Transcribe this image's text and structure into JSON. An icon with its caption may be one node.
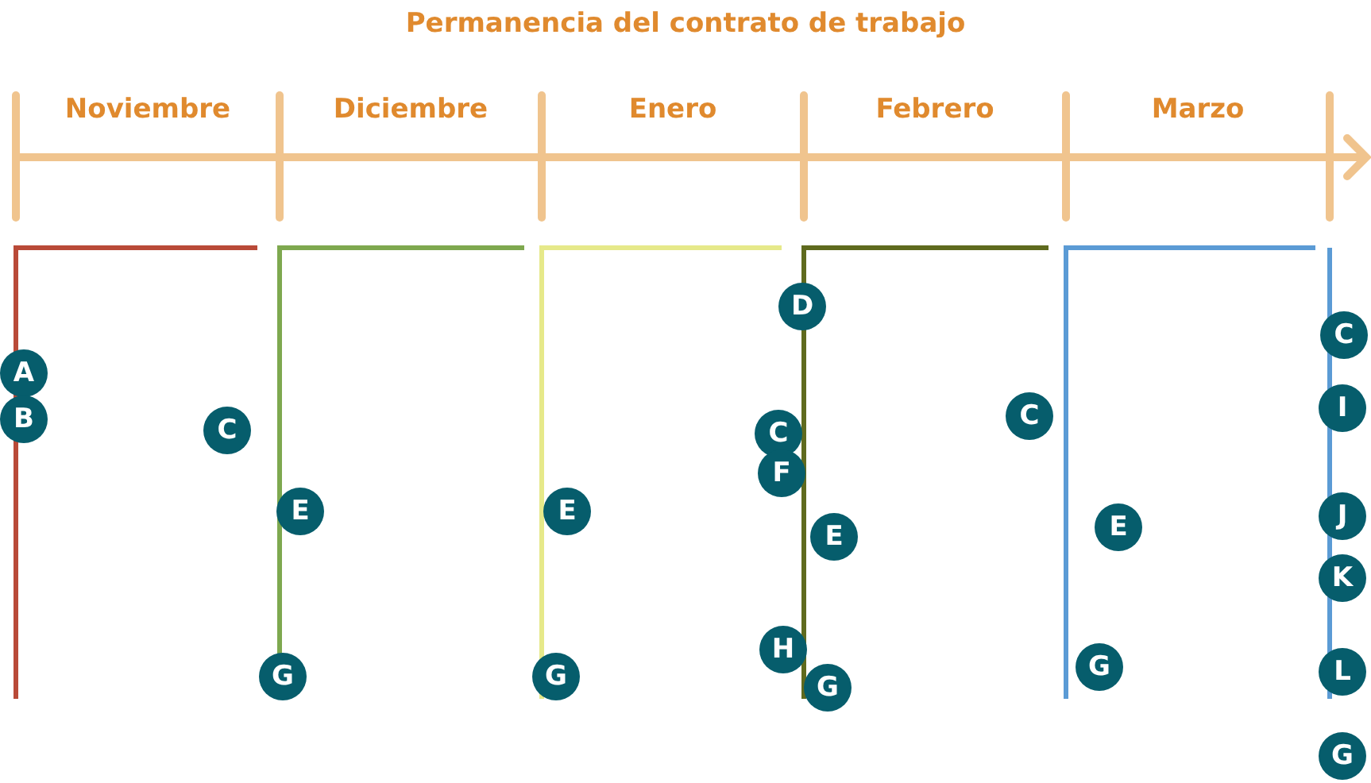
{
  "diagram": {
    "title": "Permanencia del contrato de trabajo",
    "nodes": [
      {
        "text": [
          "A"
        ]
      },
      {
        "text": [
          "B"
        ]
      },
      {
        "text": [
          "C"
        ]
      },
      {
        "text": [
          "E"
        ]
      },
      {
        "text": [
          "G"
        ]
      },
      {
        "text": [
          "E"
        ]
      },
      {
        "text": [
          "G"
        ]
      },
      {
        "text": [
          "D"
        ]
      },
      {
        "text": [
          "C"
        ]
      },
      {
        "text": [
          "F"
        ]
      },
      {
        "text": [
          "E"
        ]
      },
      {
        "text": [
          "H"
        ]
      },
      {
        "text": [
          "G"
        ]
      },
      {
        "text": [
          "C"
        ]
      },
      {
        "text": [
          "E"
        ]
      },
      {
        "text": [
          "G"
        ]
      },
      {
        "text": [
          "C"
        ]
      },
      {
        "text": [
          "I"
        ]
      },
      {
        "text": [
          "J"
        ]
      },
      {
        "text": [
          "K"
        ]
      },
      {
        "text": [
          "L"
        ]
      },
      {
        "text": [
          "G"
        ]
      }
    ],
    "labels": [
      "Noviembre",
      "Diciembre",
      "Enero",
      "Febrero",
      "Marzo"
    ]
  }
}
